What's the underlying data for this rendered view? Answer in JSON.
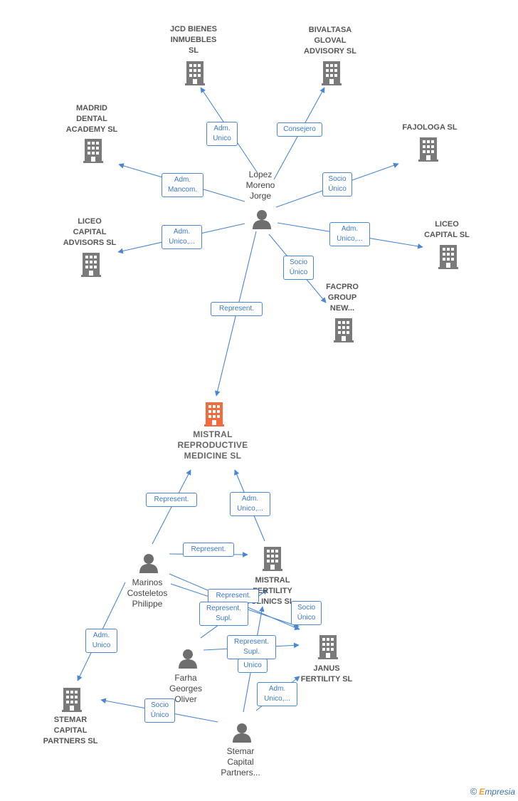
{
  "nodes": {
    "jcd": {
      "label": "JCD BIENES\nINMUEBLES\nSL",
      "type": "company"
    },
    "bivaltasa": {
      "label": "BIVALTASA\nGLOVAL\nADVISORY  SL",
      "type": "company"
    },
    "madrid": {
      "label": "MADRID\nDENTAL\nACADEMY  SL",
      "type": "company"
    },
    "fajologa": {
      "label": "FAJOLOGA  SL",
      "type": "company"
    },
    "liceo_adv": {
      "label": "LICEO\nCAPITAL\nADVISORS  SL",
      "type": "company"
    },
    "liceo_cap": {
      "label": "LICEO\nCAPITAL  SL",
      "type": "company"
    },
    "facpro": {
      "label": "FACPRO\nGROUP\nNEW...",
      "type": "company"
    },
    "lopez": {
      "label": "Lopez\nMoreno\nJorge",
      "type": "person"
    },
    "mistral": {
      "label": "MISTRAL\nREPRODUCTIVE\nMEDICINE  SL",
      "type": "main"
    },
    "clinics": {
      "label": "MISTRAL\nFERTILITY\nCLINICS  SL",
      "type": "company"
    },
    "marinos": {
      "label": "Marinos\nCosteletos\nPhilippe",
      "type": "person"
    },
    "farha": {
      "label": "Farha\nGeorges\nOliver",
      "type": "person"
    },
    "janus": {
      "label": "JANUS\nFERTILITY  SL",
      "type": "company"
    },
    "stemar_cp": {
      "label": "STEMAR\nCAPITAL\nPARTNERS  SL",
      "type": "company"
    },
    "stemar_p": {
      "label": "Stemar\nCapital\nPartners...",
      "type": "person"
    }
  },
  "edges": {
    "e1": "Adm.\nUnico",
    "e2": "Consejero",
    "e3": "Adm.\nMancom.",
    "e4": "Socio\nÚnico",
    "e5": "Adm.\nUnico,...",
    "e6": "Adm.\nUnico,...",
    "e7": "Socio\nÚnico",
    "e8": "Represent.",
    "e9": "Represent.",
    "e10": "Adm.\nUnico,...",
    "e11": "Represent.",
    "e12": "Represent.",
    "e13": "Represent.\nSupl.",
    "e14": "Socio\nÚnico",
    "e15": "Adm.\nUnico",
    "e16": "Represent.\nSupl.",
    "e17": "Unico",
    "e18": "Adm.\nUnico,...",
    "e19": "Socio\nÚnico"
  },
  "colors": {
    "edge": "#4a86d6",
    "company": "#7a7a7a",
    "main": "#f26a3d",
    "person": "#6e6e6e"
  },
  "brand": {
    "symbol": "©",
    "first": "E",
    "rest": "mpresia"
  }
}
